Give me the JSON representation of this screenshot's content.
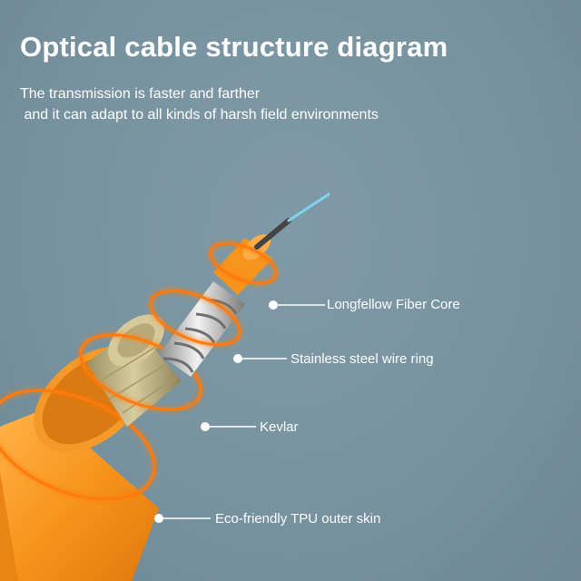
{
  "header": {
    "title": "Optical cable structure diagram",
    "subtitle_line1": "The transmission is faster and farther",
    "subtitle_line2": " and it can adapt to all kinds of harsh field environments"
  },
  "callouts": [
    {
      "label": "Longfellow Fiber Core"
    },
    {
      "label": "Stainless steel wire ring"
    },
    {
      "label": "Kevlar"
    },
    {
      "label": "Eco-friendly TPU outer skin"
    }
  ],
  "colors": {
    "background": "#7893a0",
    "cable_orange": "#f7941d",
    "glow": "#ff6a00",
    "kevlar": "#c9b98a",
    "steel": "#c8c8c8",
    "fiber": "#7fd3f0",
    "text": "#ffffff"
  }
}
